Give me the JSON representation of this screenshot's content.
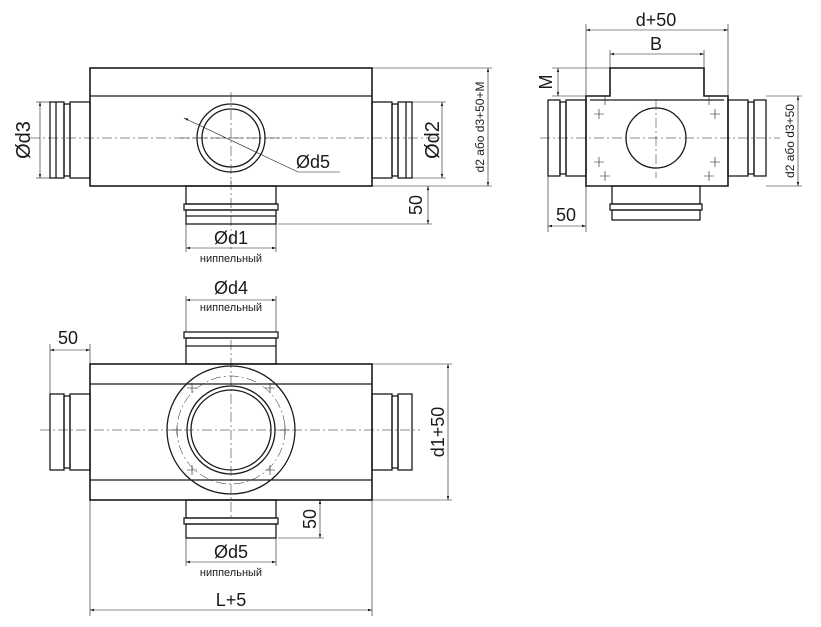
{
  "front_view": {
    "d3": "Ød3",
    "d2": "Ød2",
    "d5": "Ød5",
    "d1": "Ød1",
    "d1_note": "ниппельный",
    "height_dim": "d2 або d3+50+M",
    "nipple_dim": "50"
  },
  "side_view": {
    "width_dim": "d+50",
    "b_dim": "B",
    "m_dim": "M",
    "height_dim": "d2 або d3+50",
    "nipple_dim": "50"
  },
  "top_view": {
    "d4": "Ød4",
    "d4_note": "ниппельный",
    "left_dim": "50",
    "height_dim": "d1+50",
    "nipple_dim": "50",
    "d5": "Ød5",
    "d5_note": "ниппельный",
    "length_dim": "L+5"
  }
}
